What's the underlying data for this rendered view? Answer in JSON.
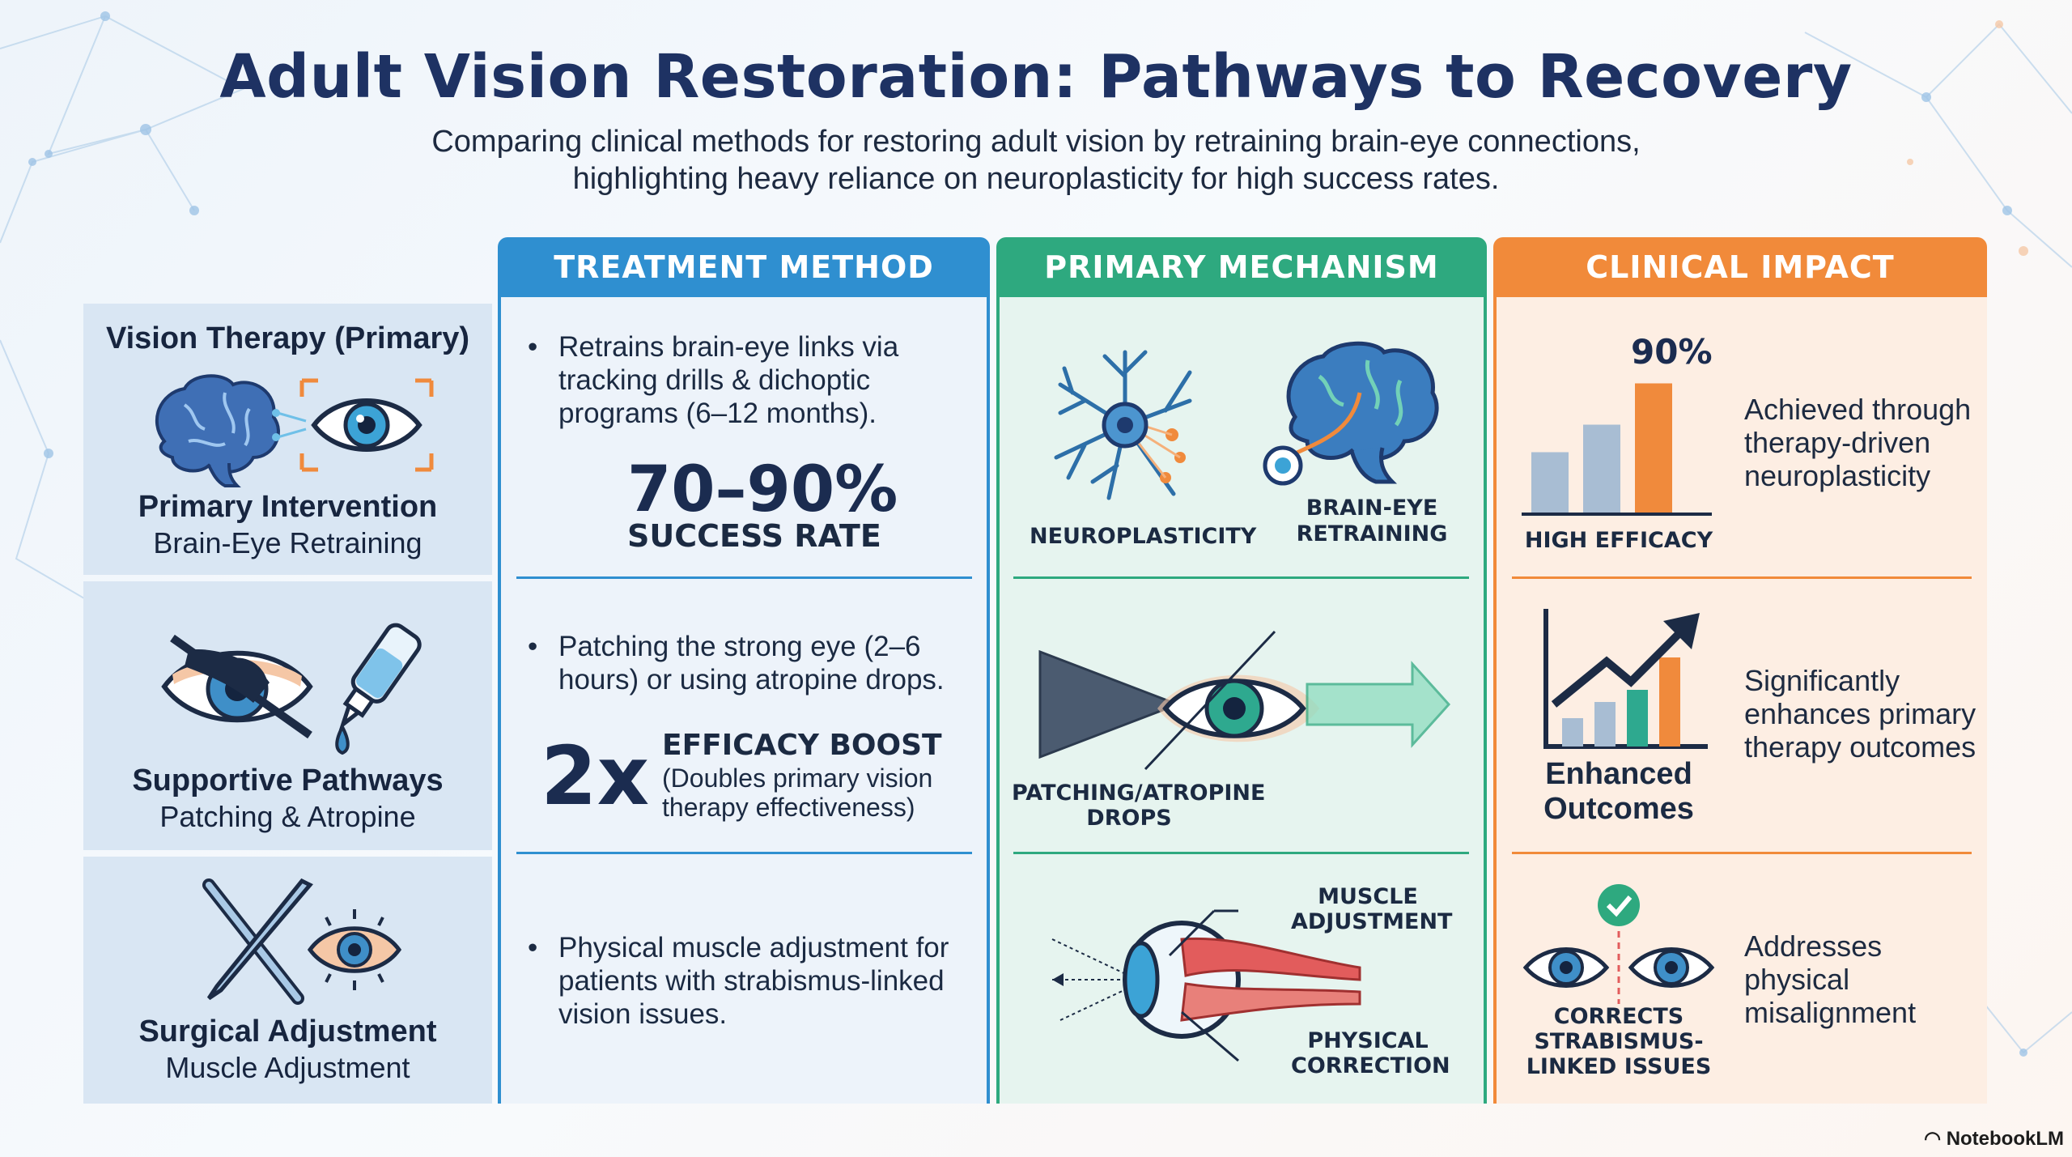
{
  "header": {
    "title": "Adult Vision Restoration: Pathways to Recovery",
    "subtitle_line1": "Comparing clinical methods for restoring adult vision by retraining brain-eye connections,",
    "subtitle_line2": "highlighting heavy reliance on neuroplasticity for high success rates."
  },
  "columns": {
    "treatment": "TREATMENT METHOD",
    "mechanism": "PRIMARY MECHANISM",
    "impact": "CLINICAL IMPACT"
  },
  "colors": {
    "treatment": "#2f8fd0",
    "mechanism": "#2ea97f",
    "impact": "#f18a3a",
    "accent_orange": "#f08a3c",
    "teal": "#2ea98f"
  },
  "rows": [
    {
      "title": "Vision Therapy (Primary)",
      "heading": "Primary Intervention",
      "sub": "Brain-Eye Retraining",
      "icons": [
        "brain-icon",
        "eye-icon"
      ],
      "bullet": "Retrains brain-eye links via tracking drills & dichoptic programs (6–12 months).",
      "stat": "70–90%",
      "stat_label": "SUCCESS RATE",
      "mech_label_1": "NEUROPLASTICITY",
      "mech_label_2a": "BRAIN-EYE",
      "mech_label_2b": "RETRAINING",
      "impact_value": "90%",
      "impact_label": "HIGH EFFICACY",
      "impact_text": "Achieved through therapy-driven neuroplasticity",
      "bars": [
        0.45,
        0.65,
        0.95
      ]
    },
    {
      "heading": "Supportive Pathways",
      "sub": "Patching & Atropine",
      "icons": [
        "patched-eye-icon",
        "eye-drop-icon"
      ],
      "bullet": "Patching the strong eye (2–6 hours) or using atropine drops.",
      "stat": "2x",
      "stat_label": "EFFICACY BOOST",
      "stat_note": "(Doubles primary vision therapy effectiveness)",
      "mech_label_a": "PATCHING/ATROPINE",
      "mech_label_b": "DROPS",
      "impact_label_a": "Enhanced",
      "impact_label_b": "Outcomes",
      "impact_text": "Significantly enhances primary therapy outcomes"
    },
    {
      "heading": "Surgical Adjustment",
      "sub": "Muscle Adjustment",
      "icons": [
        "scalpel-icon",
        "forceps-icon",
        "eye-icon"
      ],
      "bullet": "Physical muscle adjustment for patients with strabismus-linked vision issues.",
      "mech_label_1a": "MUSCLE",
      "mech_label_1b": "ADJUSTMENT",
      "mech_label_2a": "PHYSICAL",
      "mech_label_2b": "CORRECTION",
      "impact_label_a": "CORRECTS",
      "impact_label_b": "STRABISMUS-",
      "impact_label_c": "LINKED ISSUES",
      "impact_text": "Addresses physical misalignment"
    }
  ],
  "brand": "NotebookLM"
}
